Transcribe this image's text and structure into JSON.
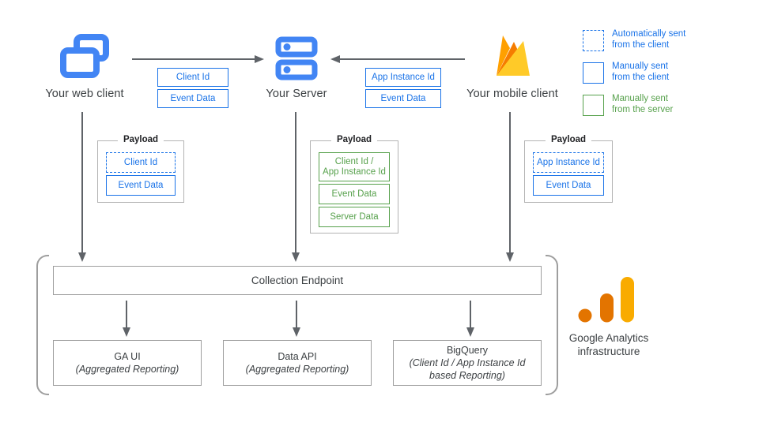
{
  "colors": {
    "blue": "#1a73e8",
    "icon_blue": "#4285f4",
    "green": "#57a14c",
    "arrow_gray": "#5f6368",
    "border_gray": "#9e9e9e",
    "firebase_yellow": "#ffca28",
    "firebase_orange": "#ffa000",
    "firebase_dark_orange": "#f57c00",
    "ga_amber": "#f9ab00",
    "ga_orange": "#e37400",
    "text_dark": "#3c4043"
  },
  "nodes": {
    "web_client": {
      "label": "Your web client"
    },
    "server": {
      "label": "Your Server"
    },
    "mobile_client": {
      "label": "Your mobile client"
    }
  },
  "flows": {
    "web_to_server": {
      "items": [
        {
          "label": "Client Id"
        },
        {
          "label": "Event Data"
        }
      ]
    },
    "mobile_to_server": {
      "items": [
        {
          "label": "App Instance Id"
        },
        {
          "label": "Event Data"
        }
      ]
    }
  },
  "legend": {
    "items": [
      {
        "label": "Automatically sent\nfrom the client",
        "style": "dashed-blue"
      },
      {
        "label": "Manually sent\nfrom the client",
        "style": "solid-blue"
      },
      {
        "label": "Manually sent\nfrom the server",
        "style": "solid-green"
      }
    ]
  },
  "payloads": {
    "web": {
      "title": "Payload",
      "items": [
        {
          "label": "Client Id",
          "style": "dashed-blue"
        },
        {
          "label": "Event Data",
          "style": "solid-blue"
        }
      ]
    },
    "server": {
      "title": "Payload",
      "items": [
        {
          "label": "Client Id /\nApp Instance Id",
          "style": "solid-green"
        },
        {
          "label": "Event Data",
          "style": "solid-green"
        },
        {
          "label": "Server Data",
          "style": "solid-green"
        }
      ]
    },
    "mobile": {
      "title": "Payload",
      "items": [
        {
          "label": "App Instance Id",
          "style": "dashed-blue"
        },
        {
          "label": "Event Data",
          "style": "solid-blue"
        }
      ]
    }
  },
  "endpoint": {
    "label": "Collection Endpoint"
  },
  "outputs": [
    {
      "title": "GA UI",
      "subtitle": "(Aggregated Reporting)"
    },
    {
      "title": "Data API",
      "subtitle": "(Aggregated Reporting)"
    },
    {
      "title": "BigQuery",
      "subtitle": "(Client Id / App Instance Id based Reporting)"
    }
  ],
  "infrastructure": {
    "label": "Google Analytics\ninfrastructure"
  }
}
